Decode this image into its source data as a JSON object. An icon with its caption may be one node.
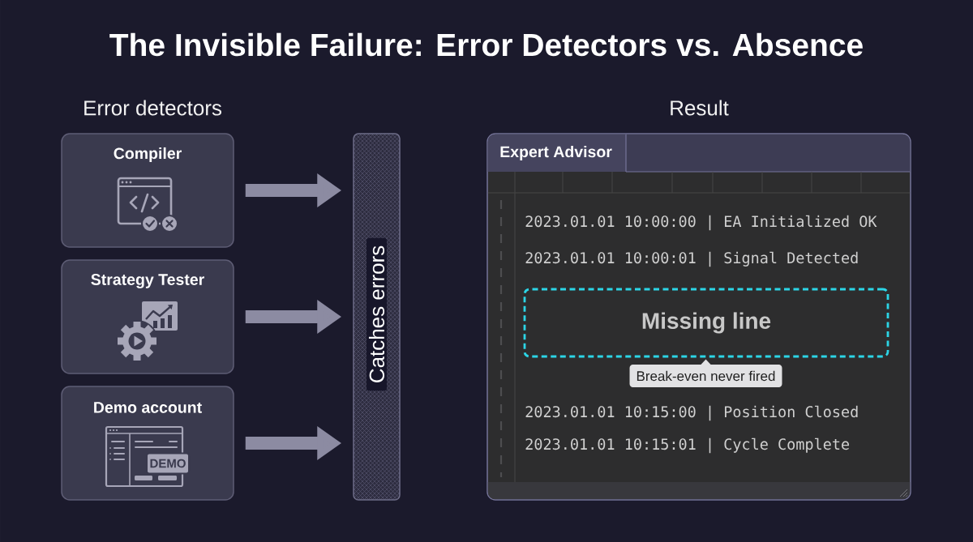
{
  "diagram": {
    "title": "The Invisible Failure: Error Detectors vs. Absence",
    "nodes": [
      {
        "text": [
          "Compiler"
        ]
      },
      {
        "text": [
          "Strategy Tester"
        ]
      },
      {
        "text": [
          "Demo account"
        ]
      },
      {
        "text": [
          "Catches errors"
        ]
      },
      {
        "text": [
          "Expert Advisor",
          "2023.01.01 10:00:00 | EA Initialized OK",
          "2023.01.01 10:00:01 | Signal Detected",
          "2023.01.01 10:15:00 | Position Closed",
          "2023.01.01 10:15:01 | Cycle Complete"
        ]
      },
      {
        "text": [
          "Missing line"
        ],
        "in": 4
      },
      {
        "text": [
          "Break-even never fired"
        ],
        "in": 4
      }
    ],
    "edges": [
      {
        "from": 0,
        "to": 3,
        "arrow": "to"
      },
      {
        "from": 1,
        "to": 3,
        "arrow": "to"
      },
      {
        "from": 2,
        "to": 3,
        "arrow": "to"
      }
    ],
    "labels": [
      "Error detectors",
      "Result",
      "DEMO"
    ]
  }
}
